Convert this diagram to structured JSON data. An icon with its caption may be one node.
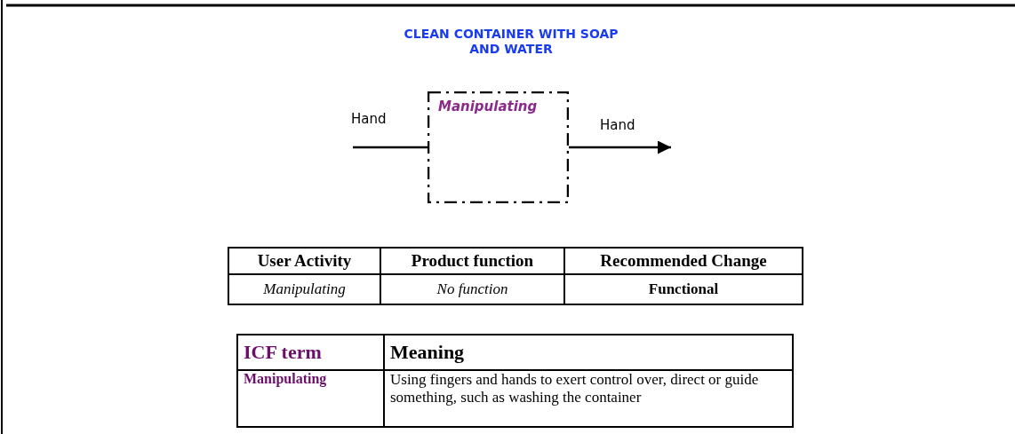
{
  "diagram": {
    "title": "CLEAN CONTAINER WITH SOAP AND WATER",
    "nodes": [
      {
        "text": [
          "Hand"
        ]
      },
      {
        "text": [
          "Manipulating"
        ]
      },
      {
        "text": [
          "Hand"
        ]
      }
    ],
    "edges": [
      {
        "from": 0,
        "to": 1,
        "arrow": "none"
      },
      {
        "from": 1,
        "to": 2,
        "arrow": "to"
      }
    ],
    "labels": [
      "User Activity",
      "Product function",
      "Recommended Change",
      "Manipulating",
      "No function",
      "Functional",
      "ICF term",
      "Meaning",
      "Manipulating",
      "Using fingers and hands to exert control over, direct or guide something, such as washing the container"
    ]
  }
}
